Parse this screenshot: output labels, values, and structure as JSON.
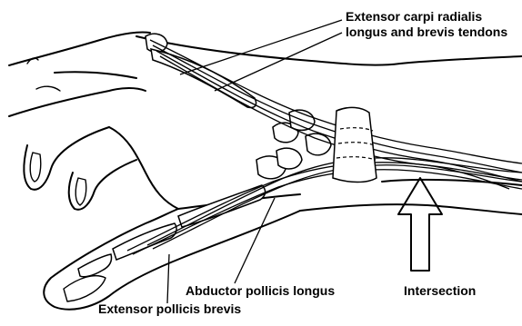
{
  "labels": {
    "ecr_line1": "Extensor carpi radialis",
    "ecr_line2": "longus and brevis tendons",
    "apl": "Abductor pollicis longus",
    "epb": "Extensor pollicis brevis",
    "intersection": "Intersection"
  }
}
